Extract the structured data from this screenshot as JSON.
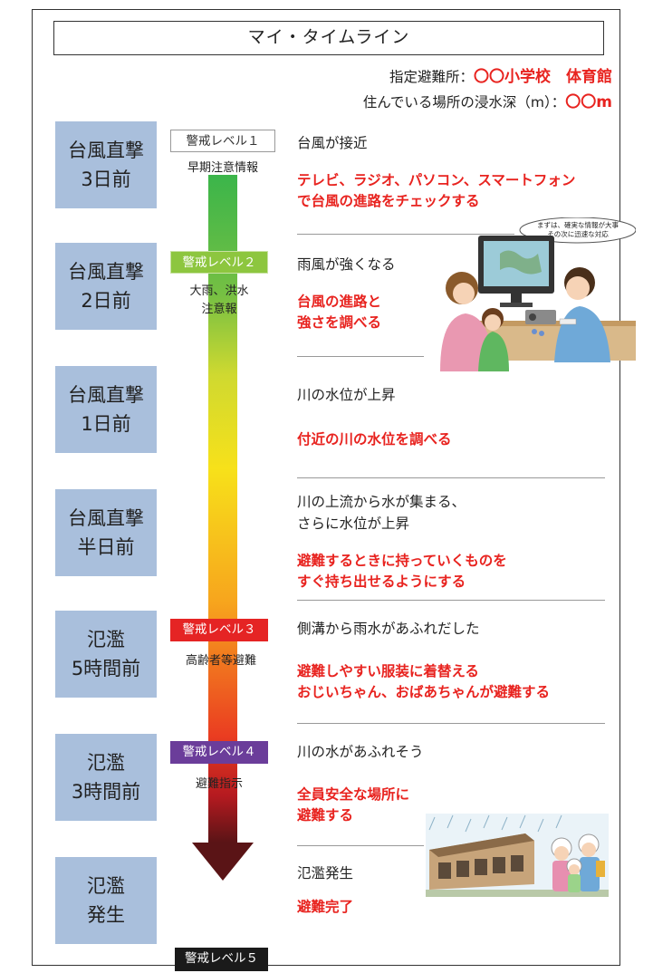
{
  "title": "マイ・タイムライン",
  "shelter": {
    "label": "指定避難所：",
    "value": "〇〇小学校　体育館"
  },
  "depth": {
    "label": "住んでいる場所の浸水深（m）：",
    "value": "〇〇m"
  },
  "speech_bubble": [
    "まずは、確実な情報が大事",
    "その次に迅速な対応"
  ],
  "stages": [
    {
      "line1": "台風直撃",
      "line2": "3日前"
    },
    {
      "line1": "台風直撃",
      "line2": "2日前"
    },
    {
      "line1": "台風直撃",
      "line2": "1日前"
    },
    {
      "line1": "台風直撃",
      "line2": "半日前"
    },
    {
      "line1": "氾濫",
      "line2": "5時間前"
    },
    {
      "line1": "氾濫",
      "line2": "3時間前"
    },
    {
      "line1": "氾濫",
      "line2": "発生"
    }
  ],
  "levels": [
    {
      "label": "警戒レベル１",
      "sub": [
        "早期注意情報"
      ]
    },
    {
      "label": "警戒レベル２",
      "sub": [
        "大雨、洪水",
        "注意報"
      ]
    },
    {
      "label": "警戒レベル３",
      "sub": [
        "高齢者等避難"
      ]
    },
    {
      "label": "警戒レベル４",
      "sub": [
        "避難指示"
      ]
    },
    {
      "label": "警戒レベル５",
      "sub": []
    }
  ],
  "rows": [
    {
      "event": [
        "台風が接近"
      ],
      "action": [
        "テレビ、ラジオ、パソコン、スマートフォン",
        "で台風の進路をチェックする"
      ]
    },
    {
      "event": [
        "雨風が強くなる"
      ],
      "action": [
        "台風の進路と",
        "強さを調べる"
      ]
    },
    {
      "event": [
        "川の水位が上昇"
      ],
      "action": [
        "付近の川の水位を調べる"
      ]
    },
    {
      "event": [
        "川の上流から水が集まる、",
        "さらに水位が上昇"
      ],
      "action": [
        "避難するときに持っていくものを",
        "すぐ持ち出せるようにする"
      ]
    },
    {
      "event": [
        "側溝から雨水があふれだした"
      ],
      "action": [
        "避難しやすい服装に着替える",
        "おじいちゃん、おばあちゃんが避難する"
      ]
    },
    {
      "event": [
        "川の水があふれそう"
      ],
      "action": [
        "全員安全な場所に",
        "避難する"
      ]
    },
    {
      "event": [
        "氾濫発生"
      ],
      "action": [
        "避難完了"
      ]
    }
  ]
}
